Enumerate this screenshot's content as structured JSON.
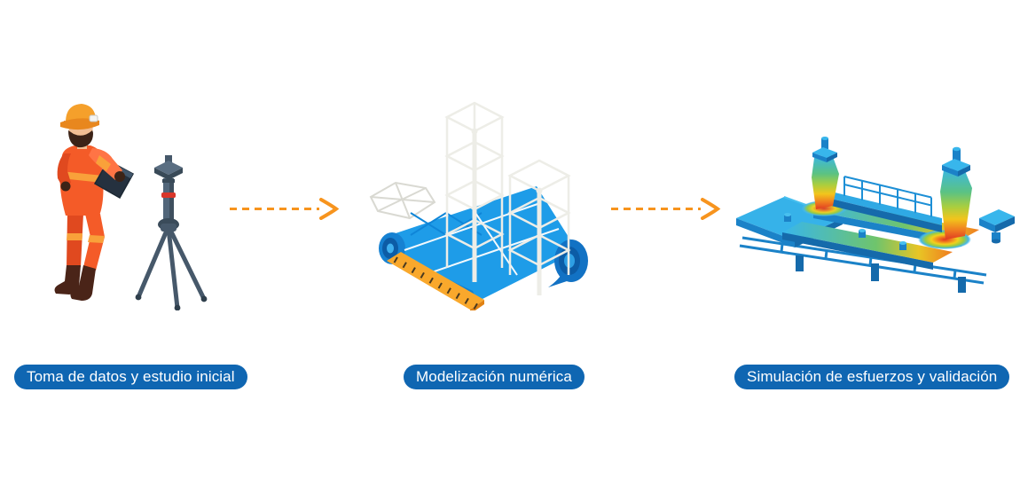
{
  "steps": [
    {
      "id": "toma-de-datos",
      "label": "Toma de datos y estudio inicial",
      "illustration": "surveyor-worker-with-tripod"
    },
    {
      "id": "modelizacion-numerica",
      "label": "Modelización numérica",
      "illustration": "wireframe-building-on-blueprint"
    },
    {
      "id": "simulacion-esfuerzos",
      "label": "Simulación de esfuerzos y validación",
      "illustration": "fea-stress-simulation-model"
    }
  ],
  "arrows": [
    {
      "from": "toma-de-datos",
      "to": "modelizacion-numerica",
      "style": "dashed-orange-right"
    },
    {
      "from": "modelizacion-numerica",
      "to": "simulacion-esfuerzos",
      "style": "dashed-orange-right"
    }
  ],
  "colors": {
    "label_bg": "#0F66B2",
    "label_text": "#FFFFFF",
    "arrow": "#F7941E",
    "background": "#FFFFFF",
    "blueprint_blue": "#1E9CE8",
    "wireframe_white": "#EDEDE7",
    "worker_orange": "#F45B28",
    "safety_stripe_yellow": "#F9A13A",
    "ruler_orange": "#F9A82C",
    "tripod_slate": "#46586A",
    "fea_cyan": "#36B2E9",
    "fea_blue_shadow": "#156AAB",
    "stress_green": "#7FC757",
    "stress_yellow": "#F2D11C",
    "stress_orange": "#F07C20",
    "stress_red": "#E03A22"
  }
}
